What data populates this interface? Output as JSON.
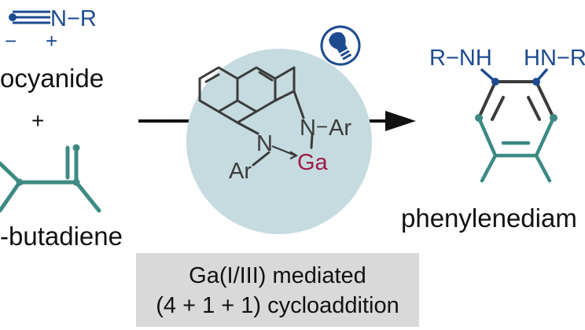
{
  "colors": {
    "blue": "#1d4b8f",
    "teal": "#3d8a84",
    "dark": "#3b3b3b",
    "crimson": "#9e1a44",
    "circle_fill": "#c6dbe0",
    "box_fill": "#d9d9d9",
    "arrow": "#111111"
  },
  "left": {
    "isocyanide_group": "N−R",
    "minus_sign": "−",
    "plus_sign": "+",
    "isocyanide_label": "ocyanide",
    "combine_plus": "+",
    "butadiene_label": "-butadiene"
  },
  "catalyst": {
    "n1": "N",
    "ar1": "Ar",
    "n2": "N",
    "ar2": "Ar",
    "metal": "Ga",
    "icon": "lightbulb-icon"
  },
  "product": {
    "left_amine": "R−NH",
    "right_amine": "HN−R",
    "label": "phenylenediam"
  },
  "caption": {
    "line1": "Ga(I/III) mediated",
    "line2": "(4 + 1 + 1) cycloaddition"
  }
}
